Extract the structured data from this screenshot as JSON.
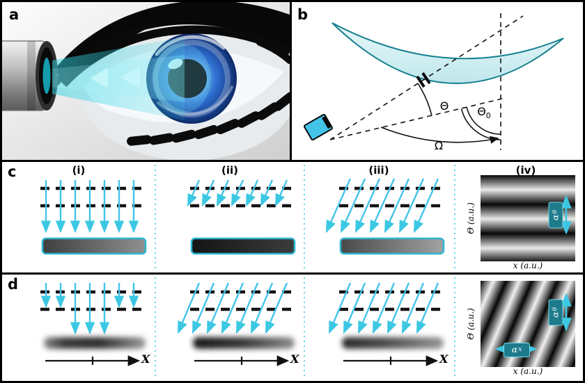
{
  "colors": {
    "accent": "#3cc8e3",
    "teal_box": "#1d7b8c",
    "divider_dotted": "#3cc8e3"
  },
  "panels": {
    "a": {
      "label": "a"
    },
    "b": {
      "label": "b",
      "theta": "Θ",
      "theta0_base": "Θ",
      "theta0_sub": "0",
      "omega": "Ω"
    },
    "c": {
      "label": "c",
      "sub_i": "(i)",
      "sub_ii": "(ii)",
      "sub_iii": "(iii)",
      "sub_iv": "(iv)",
      "iv": {
        "ylabel": "Θ (a.u.)",
        "xlabel": "x (a.u.)",
        "alpha_theta_base": "α",
        "alpha_theta_sup": "θ"
      }
    },
    "d": {
      "label": "d",
      "x_axis_label": "X",
      "iv": {
        "ylabel": "Θ (a.u.)",
        "xlabel": "x (a.u.)",
        "alpha_x_base": "α",
        "alpha_x_sup": "x",
        "alpha_theta_base": "α",
        "alpha_theta_sup": "θ"
      }
    }
  }
}
